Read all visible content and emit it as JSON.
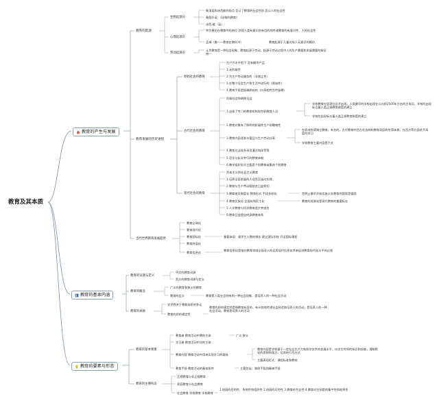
{
  "root": "教育及其本质",
  "branches": {
    "b1": {
      "label": "教育的产生与发展",
      "icon": "house-icon"
    },
    "b2": {
      "label": "教育的基本内涵",
      "icon": "book-icon"
    },
    "b3": {
      "label": "教育的要素与形态",
      "icon": "lightbulb-icon"
    }
  },
  "b1": {
    "origin": "教育的起源",
    "bio": "生物起源论",
    "bio_items": [
      "勒涛诺和沛西能的观点 否认了教育的社会性质 否认人的社会性",
      "勒图尔诺：《动物的教育》",
      "沛西·能（英）"
    ],
    "psy": "心理起源论",
    "psy_items": [
      "夸大模仿在教育中的地位 忽视人类有意识的有目的地传递教育的有意识性、人的社会性",
      "孟禄（美——教育史教科书）",
      "教育起源于儿童对成人无意识的模仿"
    ],
    "labor": "劳动起源论",
    "labor_items": [
      "认为教育是一种社会现象，教育起源于劳动，起源于劳动过程中人的生产需要和发展需要的辩证统一"
    ],
    "history": "教育发展的历史进程",
    "primitive": "原始社会的教育",
    "primitive_items": [
      "生产力水平低下 没有剩余产品",
      "1.无阶级性",
      "2.为生产劳动服务的（非独立性）",
      "3.在整个社会生产和生活中进行的（原始性）",
      "4.教育手段是极端原始的（口耳相传言传身教）"
    ],
    "ancient": "古代社会的教育",
    "ancient_items": [
      "阶级社会和剥削社会",
      "1.出现了专门的教育机构和专职教育人员",
      "2.教育对象有了鲜明的阶级性生产前瞻唯性",
      "3.教育内容逐渐丰富且与生产劳动分离",
      "4.教育方法较多采用灌注和体罚等",
      "5.官学与私学并行的教育体制",
      "6.教学组织形式主要是个别教育或集体个别教育"
    ],
    "school_origin": [
      "学校教育在奴隶社会才出现。人类最早的学校出现在公元前2500年左右的古埃及。学校的出现标志着人类正规教育制度的建立",
      "学校的出现标志着人类正规教育制度的建立"
    ],
    "ancient_content": [
      "在欧洲所谓骑士教育，有名的，古代教育中西方在选材和教育家庭和专家体育，在西方等方面给予高度的学习",
      "学校教育主要内容是六艺"
    ],
    "modern": "现代社会的教育",
    "modern_items": [
      "资本主义和社会主义教育",
      "1.培养全面发展的人适用至迷向实践",
      "2.教育与生产劳动相结合日益密切",
      "3.教育普及制度化 教育形式 手段多样化",
      "4.教育民族化 全面化和民主化",
      "5.人文教育与科学教育逐步并结合",
      "6.教育日益提出终身教育体系"
    ],
    "modern_sub3": "世界上最早开始实施义务教育的国家是德国",
    "modern_sub4": "教育的逐渐化是现代教育的重要标志",
    "trend": "当代世界教育发展趋势",
    "trend_items": [
      "教育全球化",
      "教育现代化",
      "教育国际化",
      "教育终身化",
      "教育信息化"
    ],
    "trend_note3": "重要体现：留学生人数的增长 建立国际学校 开设国际课程",
    "trend_note5": "教育信息化是指在教育领域全面深入的运用现代信息技术来促进教育现代化水平的过程"
  },
  "b2": {
    "word": "教育的词源与定义",
    "word_items": [
      "中文的教育词源",
      "西方的教育词源与定义"
    ],
    "concept": "教育的概念",
    "concept_items": [
      "广义的教育和狭义的教育",
      "教育的定义"
    ],
    "definition": "教育是人类社会特有的一种社会现象，是培养人的一种社会活动",
    "essence": "教育的本质",
    "essence_items": [
      "学术界关于教育本质的争论",
      "教育的质的规定性"
    ],
    "essence_note": "教育的质的规定性是指教育有目的、有计划地传递社会经验和培养人的活动，是培养人的一种社会活动。教育是培养人的活动"
  },
  "b3": {
    "elements": "教育的基本要素",
    "el_items": [
      "教育者 教育活动中教的主体",
      "学习者 教育活动中学的主体",
      "教育内容 教育活动中用来实现学习的载体",
      "教育手段 教育活动的基本条件"
    ],
    "el_note1": "广义 狭义",
    "el_note3a": "教育内容是学校基于一定社会生产力和科学技术的发展水平，向学生传授的知识和技能，潜移默化的思想和观点，培养的行为方式",
    "el_note3b": "主要表现形式：课程标准和教材",
    "el_note4": "主要包括：物质手段和精神手段",
    "forms": "教育的主要形态",
    "form_items": [
      "正规教育与非正规教育",
      "家庭教育与社会教育",
      "社会教育 学校教育 学校教育"
    ],
    "form_note": "1.校园的目的性、系统性和组织性 2.校园的可控性 3.教育的专业性 4.教育对空间是的集中性和效率性"
  }
}
